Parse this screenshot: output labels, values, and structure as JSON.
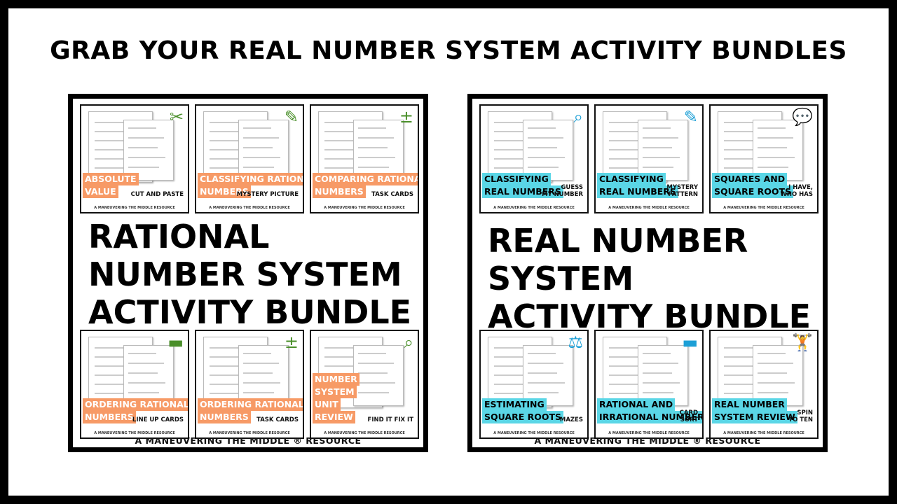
{
  "headline": "GRAB YOUR REAL NUMBER SYSTEM ACTIVITY BUNDLES",
  "colors": {
    "orange": "#f79a66",
    "teal": "#5ad6e6"
  },
  "credit": "A MANEUVERING THE MIDDLE RESOURCE",
  "left": {
    "title": "RATIONAL\nNUMBER SYSTEM\nACTIVITY BUNDLE",
    "footer": "A MANEUVERING THE MIDDLE ® RESOURCE",
    "tiles": [
      {
        "label": "ABSOLUTE\nVALUE",
        "sub": "CUT AND PASTE",
        "icon": "scissors-icon"
      },
      {
        "label": "CLASSIFYING RATIONAL\nNUMBERS",
        "sub": "MYSTERY PICTURE",
        "icon": "pencil-icon"
      },
      {
        "label": "COMPARING RATIONAL\nNUMBERS",
        "sub": "TASK CARDS",
        "icon": "math-operations-icon"
      },
      {
        "label": "ORDERING RATIONAL\nNUMBERS",
        "sub": "LINE UP CARDS",
        "icon": "color-bars-icon"
      },
      {
        "label": "ORDERING RATIONAL\nNUMBERS",
        "sub": "TASK CARDS",
        "icon": "math-operations-icon"
      },
      {
        "label": "NUMBER\nSYSTEM\nUNIT\nREVIEW",
        "sub": "FIND IT FIX IT",
        "icon": "magnifier-icon"
      }
    ]
  },
  "right": {
    "title": "REAL NUMBER\nSYSTEM\nACTIVITY BUNDLE",
    "footer": "A MANEUVERING THE MIDDLE ® RESOURCE",
    "tiles": [
      {
        "label": "CLASSIFYING\nREAL NUMBERS",
        "sub": "GUESS\nMY NUMBER",
        "icon": "magnifier-icon"
      },
      {
        "label": "CLASSIFYING\nREAL NUMBERS",
        "sub": "MYSTERY\nPATTERN",
        "icon": "pencil-icon"
      },
      {
        "label": "SQUARES AND\nSQUARE ROOTS",
        "sub": "I HAVE,\nWHO HAS",
        "icon": "speech-bubbles-icon"
      },
      {
        "label": "ESTIMATING\nSQUARE ROOTS",
        "sub": "MAZES",
        "icon": "balance-scale-icon"
      },
      {
        "label": "RATIONAL AND\nIRRATIONAL NUMBERS",
        "sub": "CARD\nSORT",
        "icon": "color-bars-icon"
      },
      {
        "label": "REAL NUMBER\nSYSTEM REVIEW",
        "sub": "SPIN\nTO TEN",
        "icon": "dumbbell-icon"
      }
    ]
  }
}
